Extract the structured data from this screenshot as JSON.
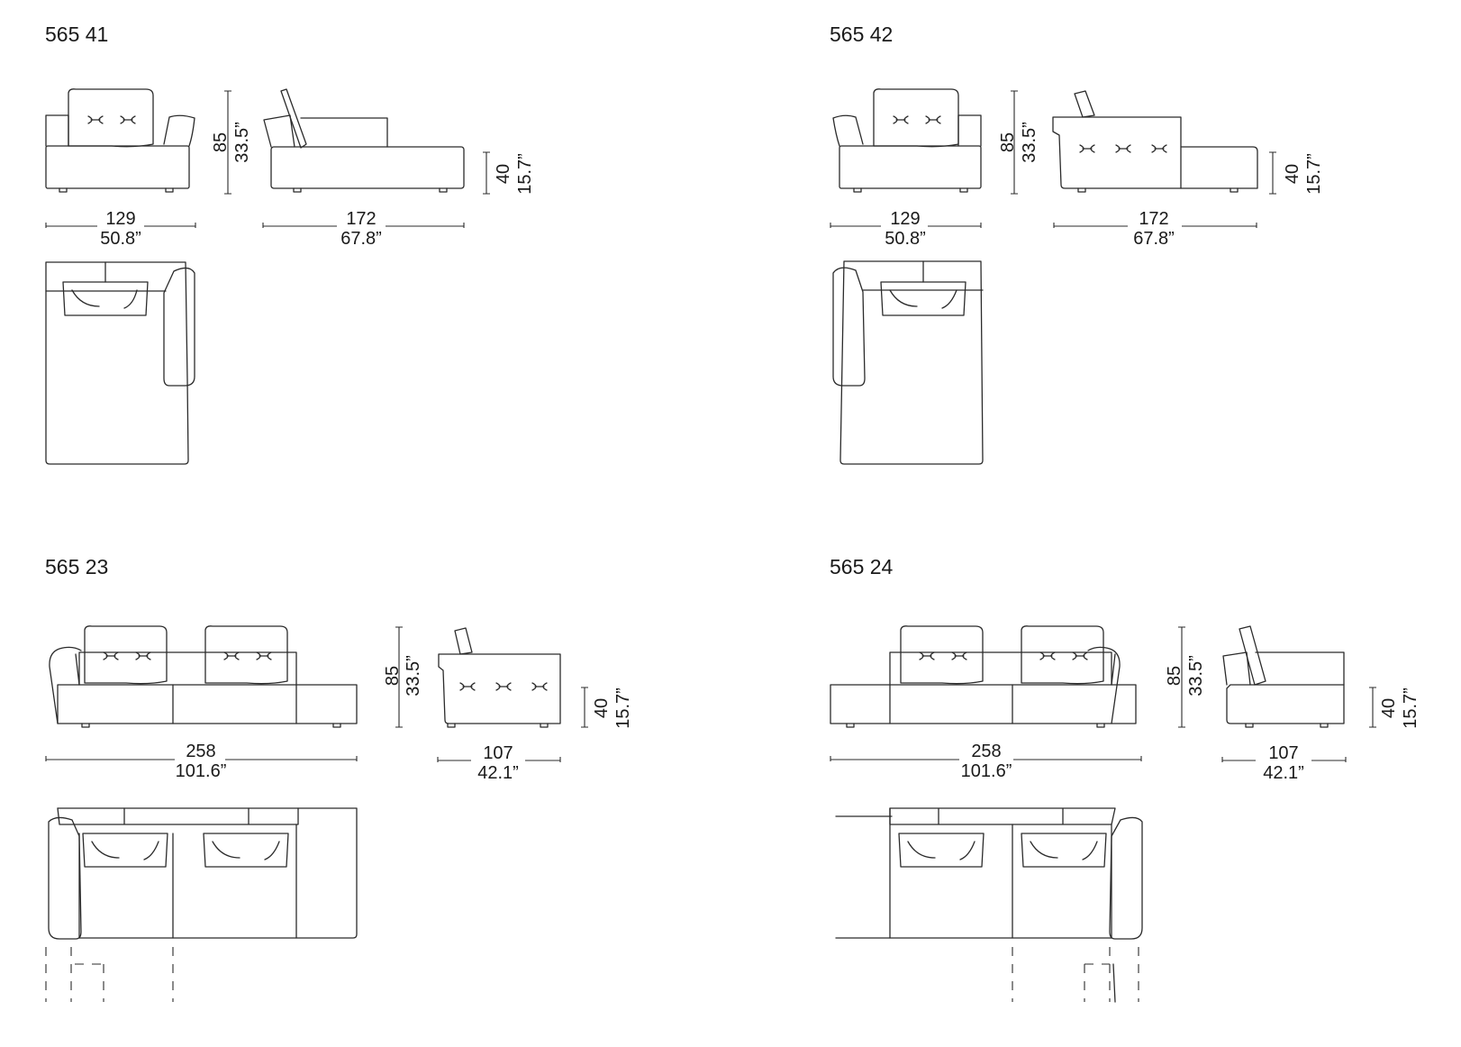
{
  "colors": {
    "line": "#2b2b2b",
    "text": "#1a1a1a",
    "background": "#ffffff"
  },
  "modules": [
    {
      "code": "565 41",
      "front_width": {
        "cm": "129",
        "in": "50.8”"
      },
      "side_width": {
        "cm": "172",
        "in": "67.8”"
      },
      "height": {
        "cm": "85",
        "in": "33.5”"
      },
      "seat_height": {
        "cm": "40",
        "in": "15.7”"
      }
    },
    {
      "code": "565 42",
      "front_width": {
        "cm": "129",
        "in": "50.8”"
      },
      "side_width": {
        "cm": "172",
        "in": "67.8”"
      },
      "height": {
        "cm": "85",
        "in": "33.5”"
      },
      "seat_height": {
        "cm": "40",
        "in": "15.7”"
      }
    },
    {
      "code": "565 23",
      "front_width": {
        "cm": "258",
        "in": "101.6”"
      },
      "side_width": {
        "cm": "107",
        "in": "42.1”"
      },
      "height": {
        "cm": "85",
        "in": "33.5”"
      },
      "seat_height": {
        "cm": "40",
        "in": "15.7”"
      }
    },
    {
      "code": "565 24",
      "front_width": {
        "cm": "258",
        "in": "101.6”"
      },
      "side_width": {
        "cm": "107",
        "in": "42.1”"
      },
      "height": {
        "cm": "85",
        "in": "33.5”"
      },
      "seat_height": {
        "cm": "40",
        "in": "15.7”"
      }
    }
  ]
}
